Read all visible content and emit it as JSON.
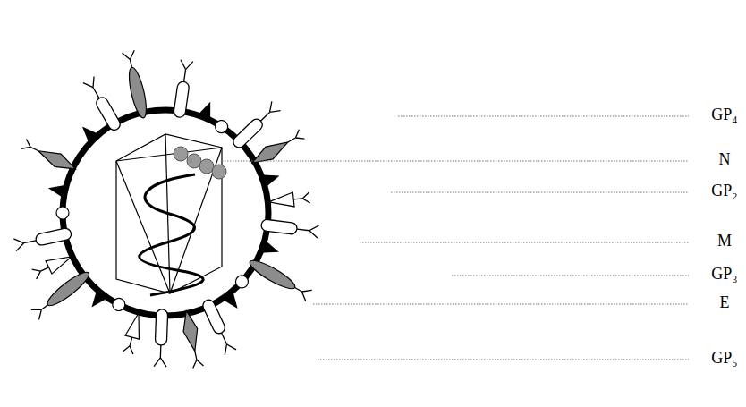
{
  "diagram": {
    "labels": [
      "GP₄",
      "N",
      "GP₂",
      "M",
      "GP₃",
      "E",
      "GP₅"
    ]
  }
}
